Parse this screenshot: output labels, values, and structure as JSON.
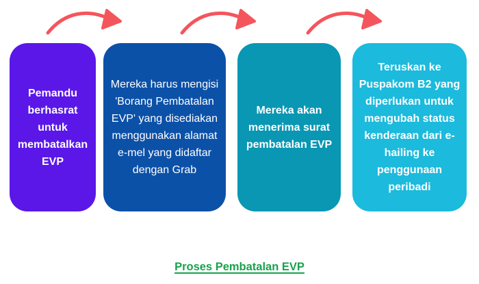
{
  "steps": [
    {
      "label": "Pemandu berhasrat untuk membatalkan EVP",
      "color": "#5A17E8",
      "text_style": "bold"
    },
    {
      "label": "Mereka harus mengisi 'Borang Pembatalan EVP' yang disediakan menggunakan alamat e-mel yang didaftar dengan Grab",
      "color": "#0C51A8",
      "text_style": "regular"
    },
    {
      "label": "Mereka akan menerima surat pembatalan EVP",
      "color": "#0997B3",
      "text_style": "bold"
    },
    {
      "label": "Teruskan ke Puspakom B2 yang diperlukan untuk mengubah status kenderaan dari e-hailing ke penggunaan peribadi",
      "color": "#1CBADC",
      "text_style": "bold"
    }
  ],
  "arrows": {
    "count": 3,
    "color": "#F4555C",
    "icon": "curved-arrow-icon"
  },
  "caption": {
    "label": "Proses Pembatalan EVP",
    "color": "#18A24B"
  },
  "colors": {
    "background": "#FFFFFF",
    "step_text": "#FFFFFF"
  }
}
